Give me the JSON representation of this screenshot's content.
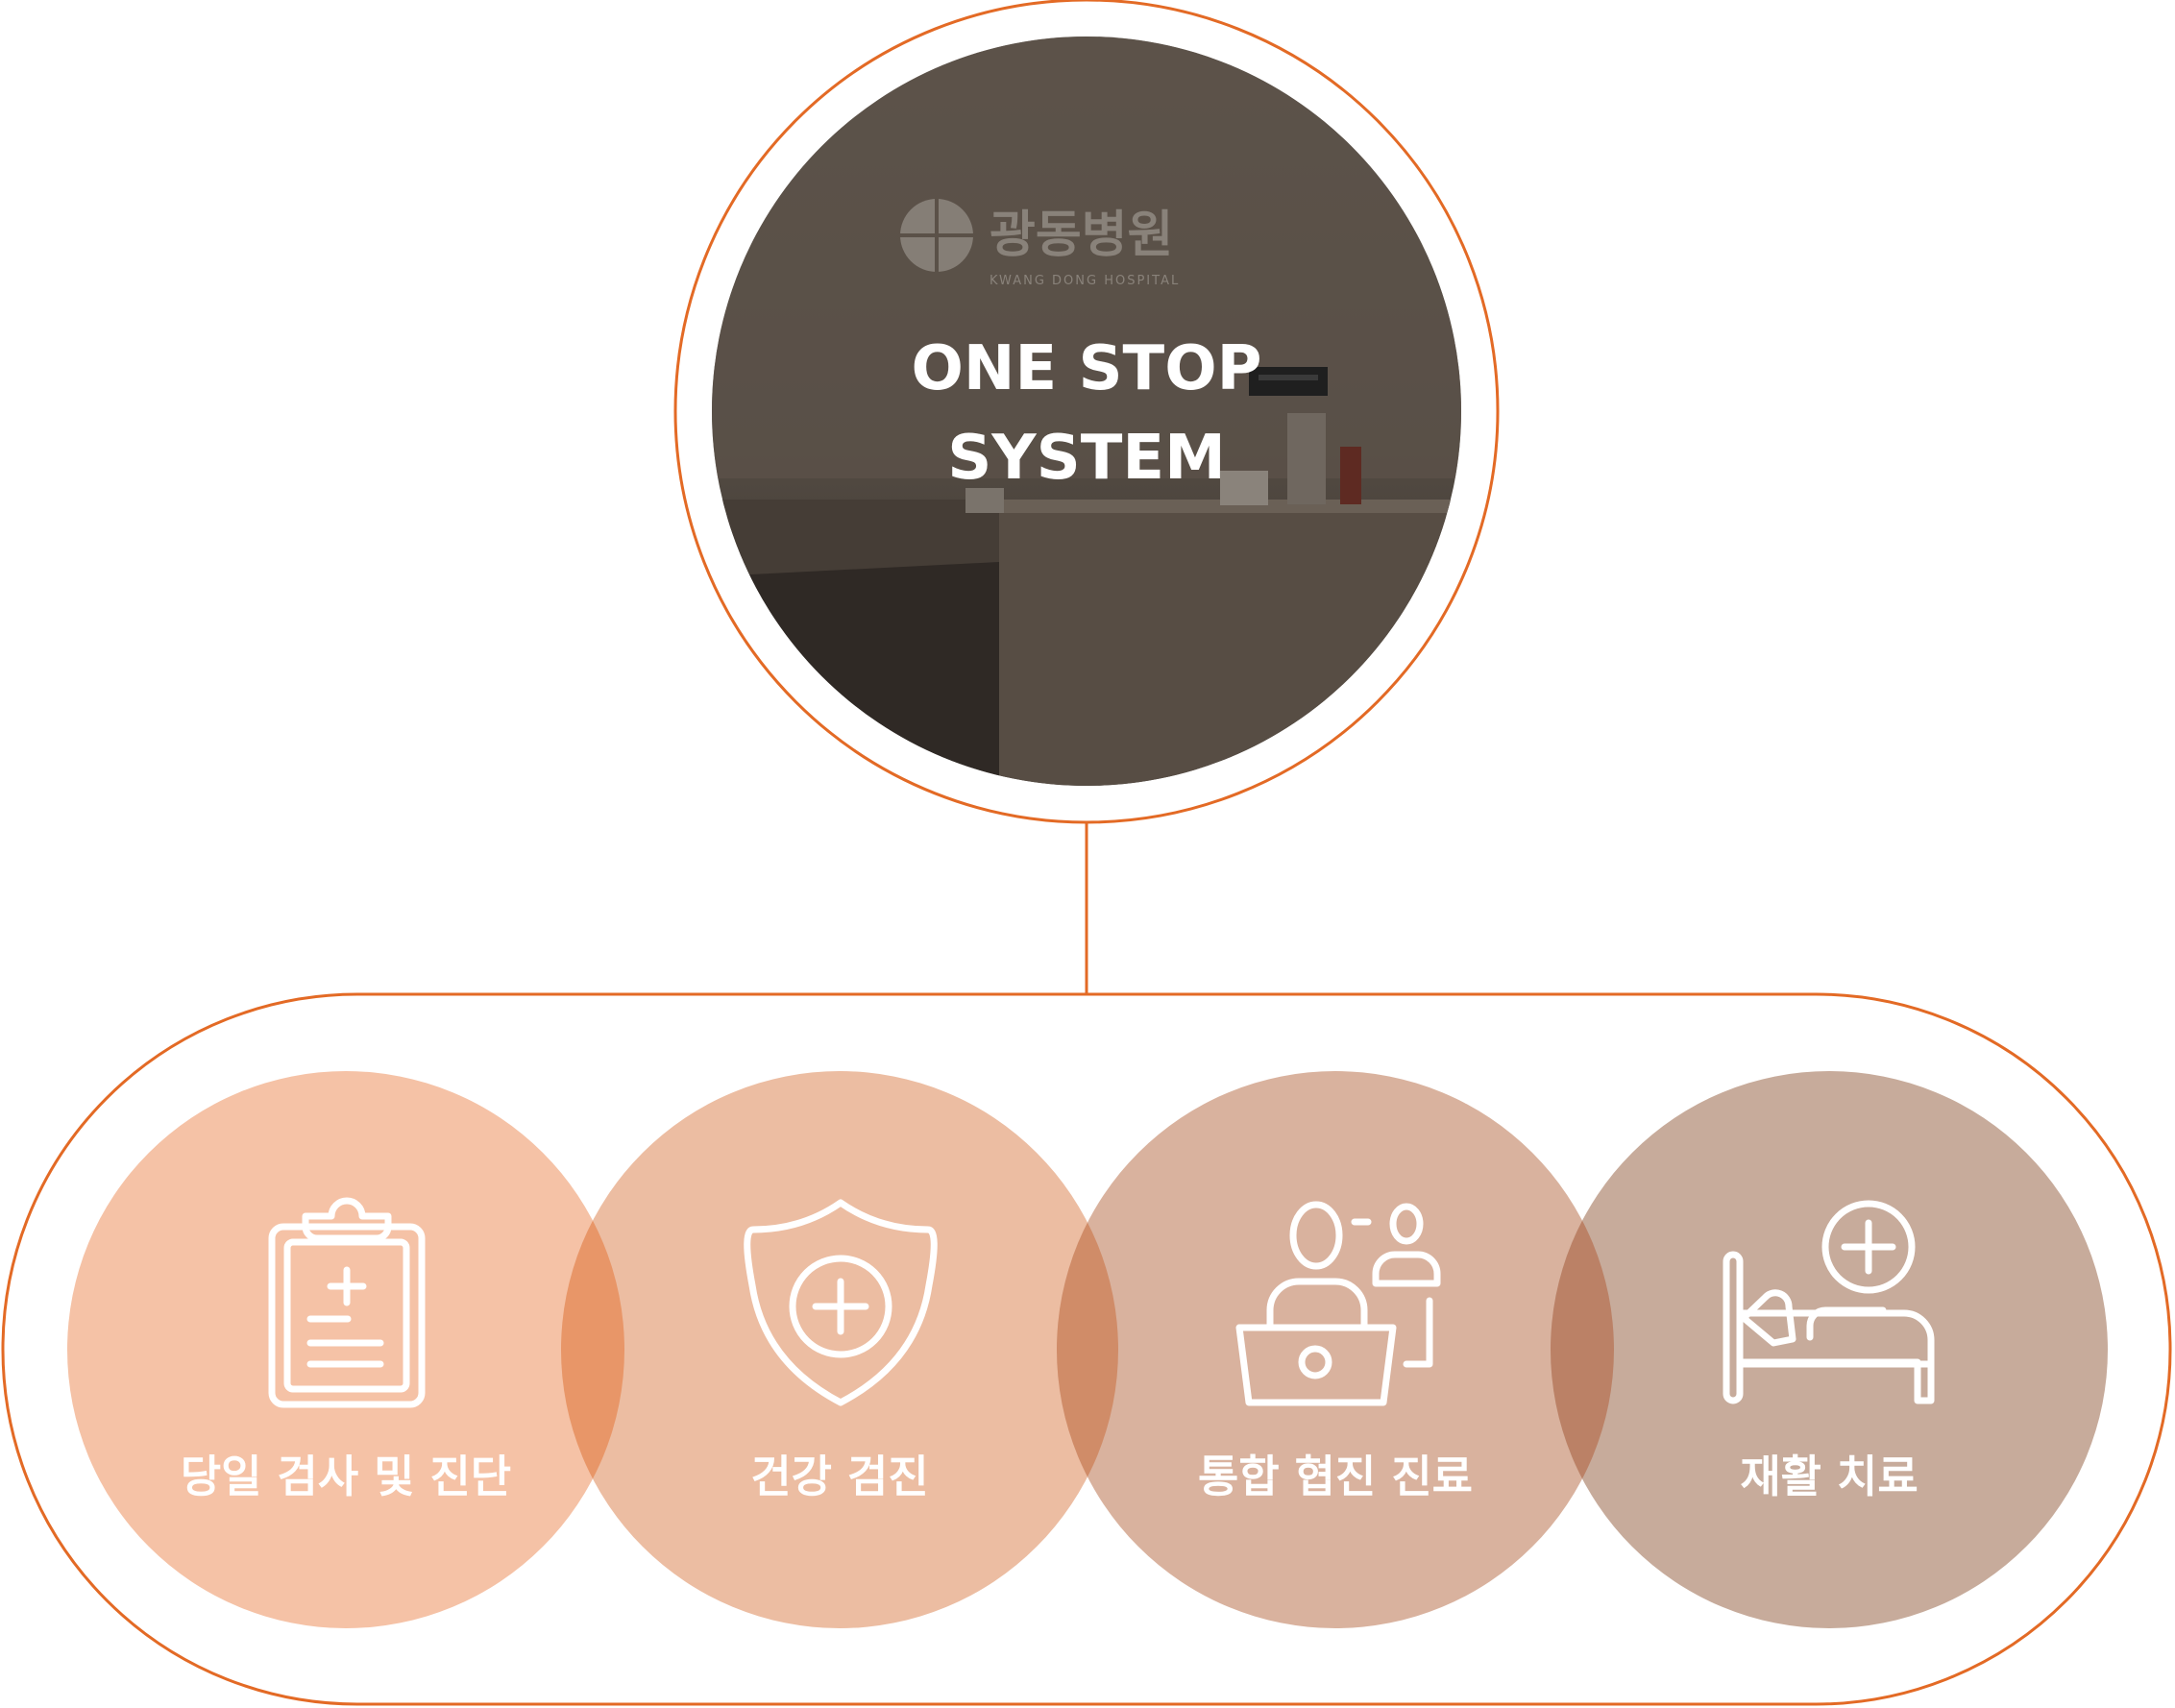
{
  "hub": {
    "title_line1": "ONE STOP",
    "title_line2": "SYSTEM",
    "photo_sign_korean": "광동병원",
    "photo_sign_english": "KWANG DONG HOSPITAL"
  },
  "colors": {
    "accent": "#e36a25",
    "hub_photo_dark": "#4f4740",
    "service_1": "#f2a47e",
    "service_2": "#e6a283",
    "service_3": "#cd9a83",
    "service_4": "#b78f7c",
    "overlap_1_2": "#e89668",
    "overlap_2_3": "#d08c68",
    "overlap_3_4": "#bb8166"
  },
  "services": [
    {
      "label": "당일 검사 및 진단",
      "icon": "clipboard-medical-icon"
    },
    {
      "label": "건강 검진",
      "icon": "shield-plus-icon"
    },
    {
      "label": "통합 협진 진료",
      "icon": "doctor-consultation-icon"
    },
    {
      "label": "재활 치료",
      "icon": "hospital-bed-icon"
    }
  ]
}
